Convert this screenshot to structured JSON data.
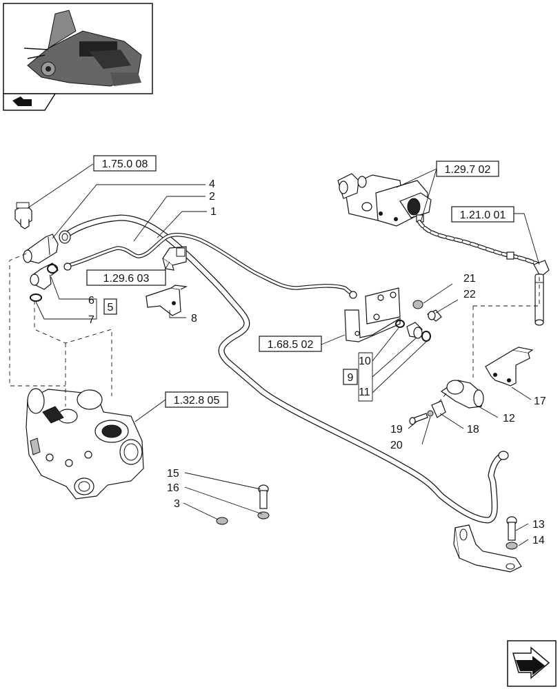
{
  "references": {
    "r_1_75_0_08": "1.75.0 08",
    "r_1_29_7_02": "1.29.7 02",
    "r_1_21_0_01": "1.21.0 01",
    "r_1_29_6_03": "1.29.6 03",
    "r_1_68_5_02": "1.68.5 02",
    "r_1_32_8_05": "1.32.8 05"
  },
  "callouts": {
    "c1": "1",
    "c2": "2",
    "c3": "3",
    "c4": "4",
    "c5": "5",
    "c6": "6",
    "c7": "7",
    "c8": "8",
    "c9": "9",
    "c10": "10",
    "c11": "11",
    "c12": "12",
    "c13": "13",
    "c14": "14",
    "c15": "15",
    "c16": "16",
    "c17": "17",
    "c18": "18",
    "c19": "19",
    "c20": "20",
    "c21": "21",
    "c22": "22"
  },
  "icons": {
    "thumbnail": "tractor-overview-thumbnail",
    "nav_prev": "arrow-icon",
    "nav_next": "next-page-arrow-icon"
  },
  "colors": {
    "line": "#111111",
    "background": "#ffffff"
  }
}
